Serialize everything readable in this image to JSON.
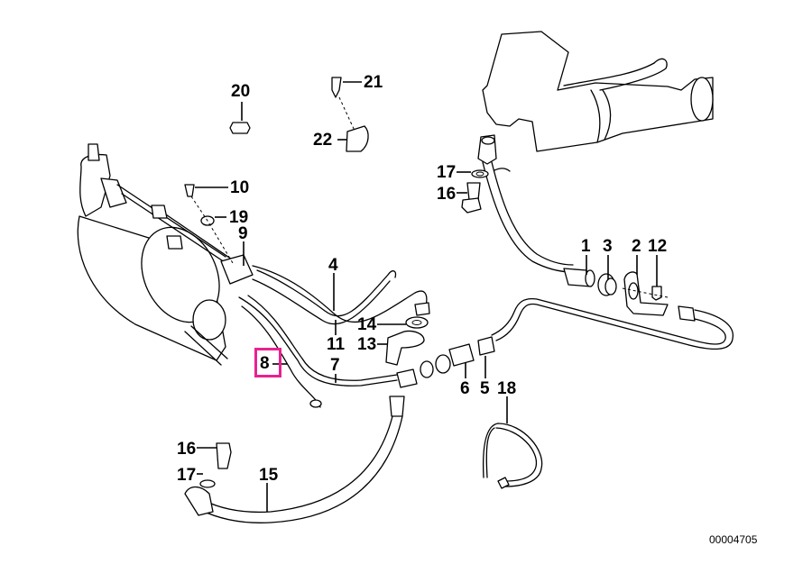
{
  "diagram": {
    "title": "Clutch hydraulic line parts diagram",
    "drawing_number": "00004705",
    "highlight_color": "#e8228f",
    "highlighted_part": "8",
    "callouts": [
      {
        "id": "c1",
        "label": "1"
      },
      {
        "id": "c2",
        "label": "2"
      },
      {
        "id": "c3",
        "label": "3"
      },
      {
        "id": "c4",
        "label": "4"
      },
      {
        "id": "c5",
        "label": "5"
      },
      {
        "id": "c6",
        "label": "6"
      },
      {
        "id": "c7",
        "label": "7"
      },
      {
        "id": "c8",
        "label": "8"
      },
      {
        "id": "c9",
        "label": "9"
      },
      {
        "id": "c10",
        "label": "10"
      },
      {
        "id": "c11",
        "label": "11"
      },
      {
        "id": "c12",
        "label": "12"
      },
      {
        "id": "c13",
        "label": "13"
      },
      {
        "id": "c14",
        "label": "14"
      },
      {
        "id": "c15",
        "label": "15"
      },
      {
        "id": "c16a",
        "label": "16"
      },
      {
        "id": "c16b",
        "label": "16"
      },
      {
        "id": "c17a",
        "label": "17"
      },
      {
        "id": "c17b",
        "label": "17"
      },
      {
        "id": "c18",
        "label": "18"
      },
      {
        "id": "c19",
        "label": "19"
      },
      {
        "id": "c20",
        "label": "20"
      },
      {
        "id": "c21",
        "label": "21"
      },
      {
        "id": "c22",
        "label": "22"
      }
    ]
  }
}
